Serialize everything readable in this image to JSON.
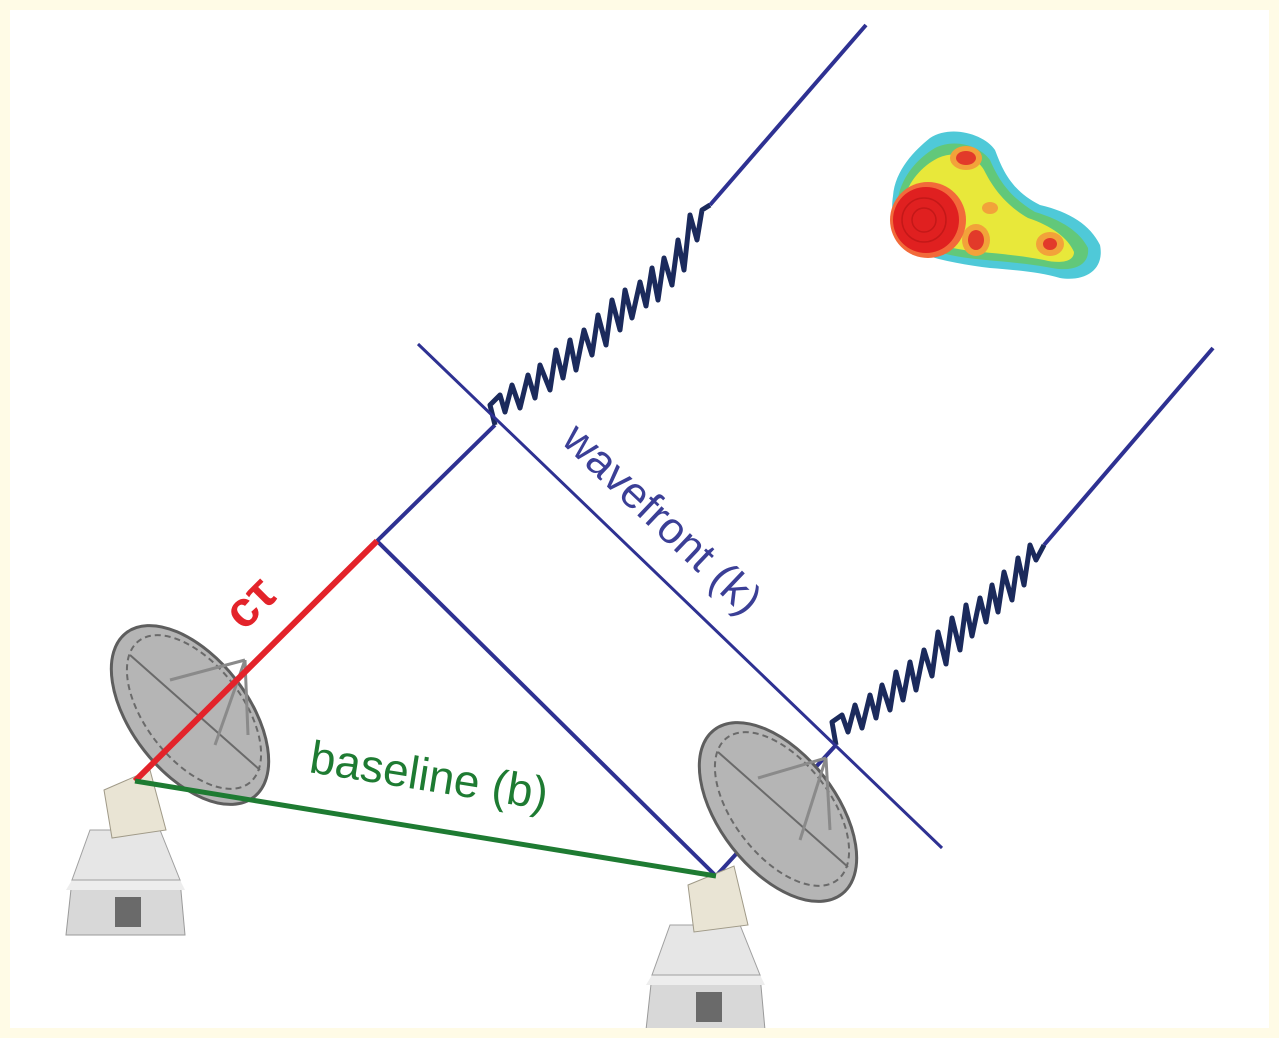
{
  "labels": {
    "delay": "cτ",
    "wavefront": "wavefront (k)",
    "baseline": "baseline (b)"
  },
  "colors": {
    "page_border": "#fffbe6",
    "wave_lines": "#2e3192",
    "wave_signal": "#1b2a5c",
    "delay_line": "#e3232a",
    "baseline_line": "#1e7b32",
    "wavefront_label": "#3b3f96",
    "baseline_label": "#1e7b32",
    "delay_label": "#e3232a"
  },
  "icons": {
    "antenna": "radio-dish-icon",
    "source": "radio-source-map-icon"
  }
}
